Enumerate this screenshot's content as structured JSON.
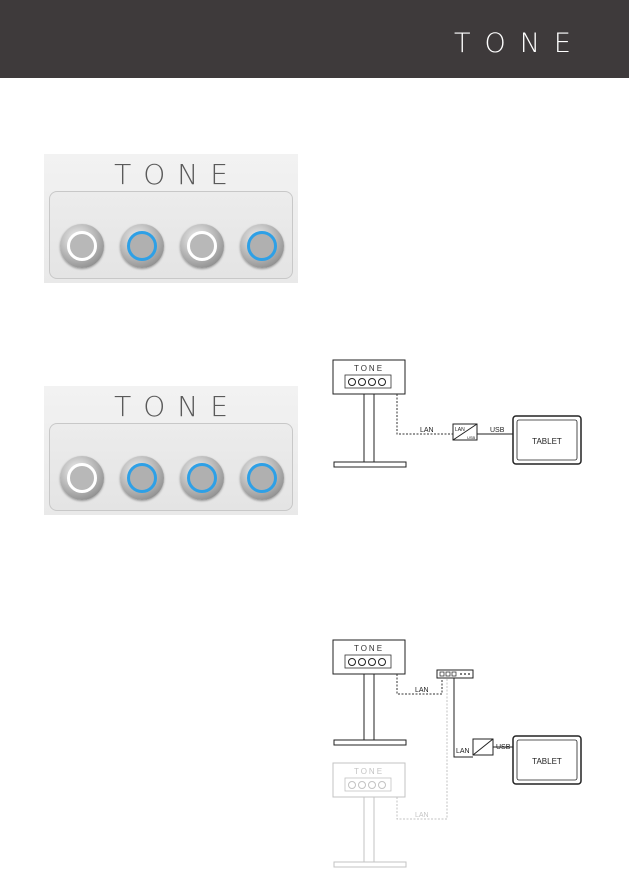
{
  "header": {
    "logo": "TONE"
  },
  "panels": [
    {
      "logo": "TONE",
      "buttons": [
        "white",
        "blue",
        "white",
        "blue"
      ]
    },
    {
      "logo": "TONE",
      "buttons": [
        "white",
        "blue",
        "blue",
        "blue"
      ]
    }
  ],
  "diagram1": {
    "device_logo": "TONE",
    "lan_label": "LAN",
    "adapter_top": "LAN",
    "adapter_bottom": "USB",
    "usb_label": "USB",
    "tablet_label": "TABLET"
  },
  "diagram2": {
    "device_logo": "TONE",
    "lan_label": "LAN",
    "lan_label_2": "LAN",
    "usb_label": "USB",
    "tablet_label": "TABLET",
    "device2_logo": "TONE",
    "lan_label_3": "LAN"
  }
}
